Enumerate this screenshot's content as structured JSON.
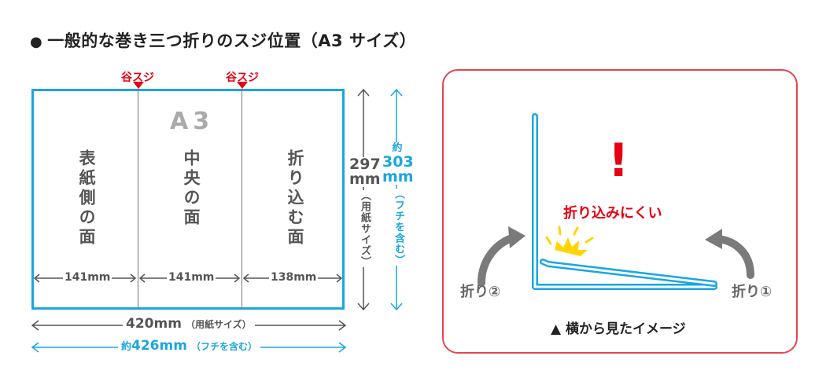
{
  "title": "一般的な巻き三つ折りのスジ位置（A3 サイズ）",
  "valley_left": "谷スジ",
  "valley_right": "谷スジ",
  "paper_label": "A3",
  "panels": {
    "left": "表紙側の面",
    "center": "中央の面",
    "right": "折り込む面"
  },
  "widths": {
    "left": "141mm",
    "center": "141mm",
    "right": "138mm"
  },
  "height_paper": {
    "value": "297",
    "unit": "mm",
    "note": "（用紙サイズ）"
  },
  "height_full": {
    "prefix": "約",
    "value": "303",
    "unit": "mm",
    "note": "（フチを含む）"
  },
  "width_paper": {
    "value": "420mm",
    "note": "（用紙サイズ）"
  },
  "width_full": {
    "prefix": "約",
    "value": "426mm",
    "note": "（フチを含む）"
  },
  "side_view": {
    "warning": "折り込みにくい",
    "exclamation": "!",
    "fold_left": "折り②",
    "fold_right": "折り①",
    "caption": "▲ 横から見たイメージ"
  },
  "colors": {
    "accent_blue": "#1aa6e0",
    "accent_red": "#e60012",
    "fold_line": "#777777"
  }
}
